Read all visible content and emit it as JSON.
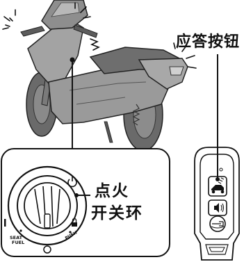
{
  "callouts": {
    "answer_button": "应答按钮",
    "ignition_ring_line1": "点火",
    "ignition_ring_line2": "开关环"
  },
  "ignition_switch": {
    "marks": {
      "seat": "SEAT",
      "fuel": "FUEL",
      "push": "PUSH",
      "off": "○",
      "on": "I",
      "power": "⏻",
      "lock": "🔒"
    }
  },
  "key_fob": {
    "buttons": [
      {
        "name": "answer-back-button",
        "icon": "scooter-icon"
      },
      {
        "name": "alarm-button",
        "icon": "speaker-icon"
      },
      {
        "name": "open-button",
        "icon": "key-icon"
      }
    ]
  },
  "colors": {
    "line": "#111111",
    "scooter_body": "#9a9a9a",
    "scooter_dark": "#5c5c5c",
    "panel_bg": "#ffffff"
  }
}
